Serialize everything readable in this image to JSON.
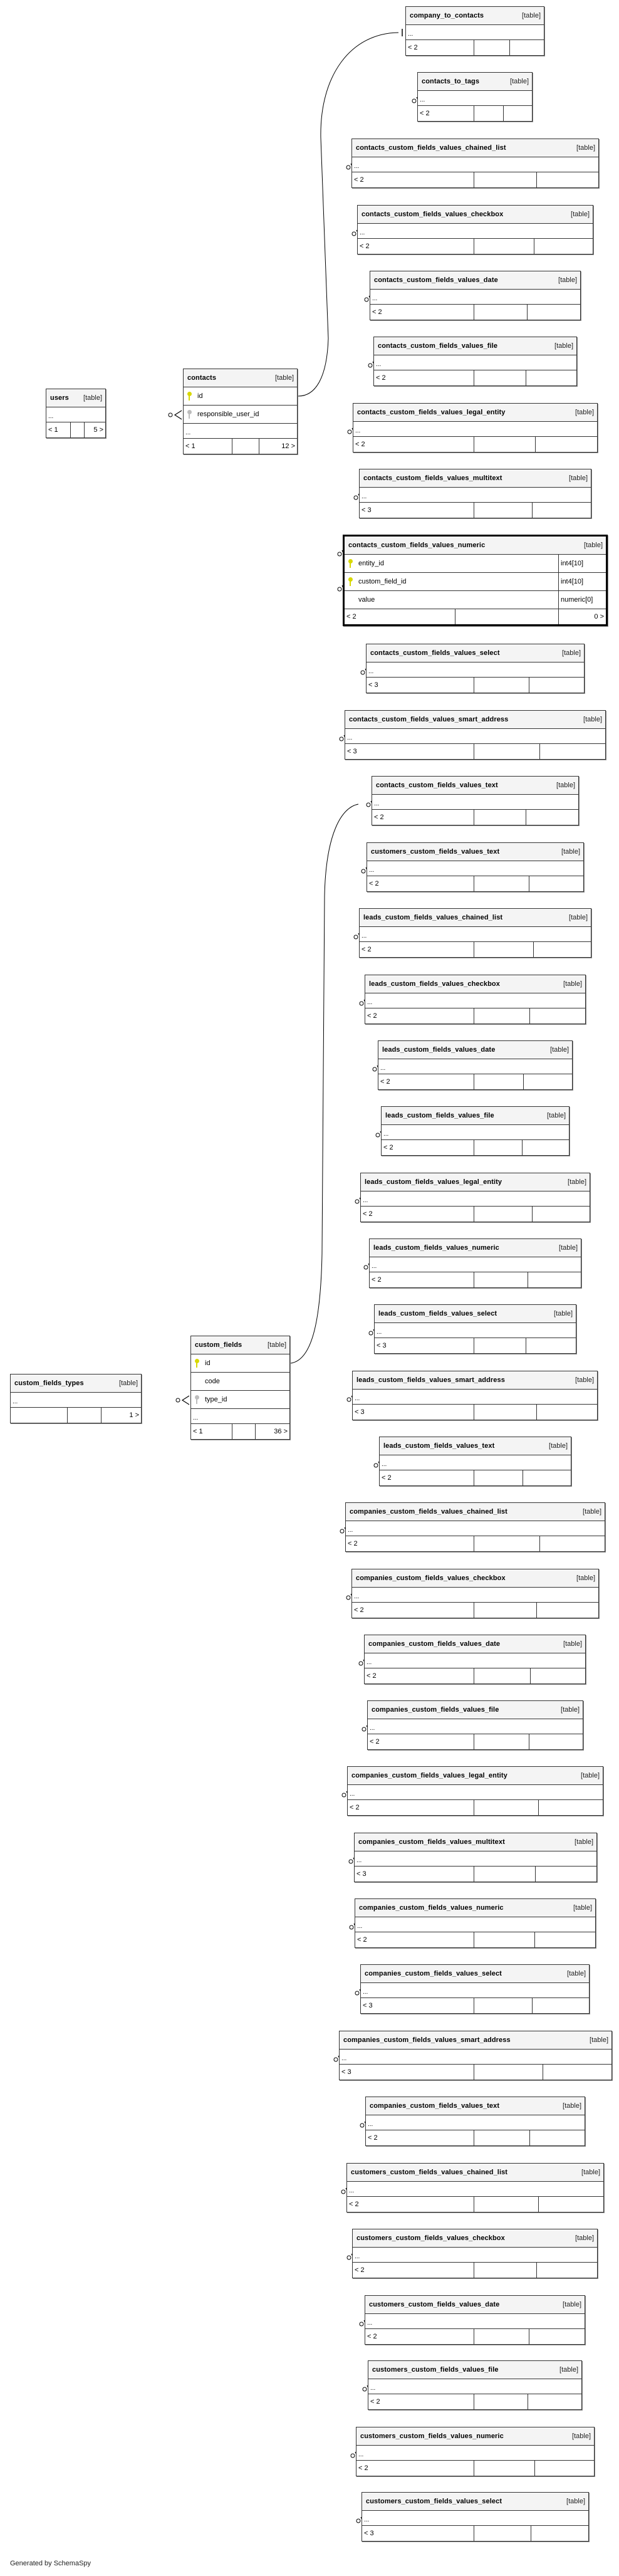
{
  "tables": [
    {
      "name": "company_to_contacts",
      "kind": "[table]",
      "columns": [],
      "more": "...",
      "footer": {
        "left": "< 2",
        "mid": "",
        "right": ""
      }
    },
    {
      "name": "contacts_to_tags",
      "kind": "[table]",
      "columns": [],
      "more": "...",
      "footer": {
        "left": "< 2",
        "mid": "",
        "right": ""
      }
    },
    {
      "name": "contacts_custom_fields_values_chained_list",
      "kind": "[table]",
      "columns": [],
      "more": "...",
      "footer": {
        "left": "< 2",
        "mid": "",
        "right": ""
      }
    },
    {
      "name": "contacts_custom_fields_values_checkbox",
      "kind": "[table]",
      "columns": [],
      "more": "...",
      "footer": {
        "left": "< 2",
        "mid": "",
        "right": ""
      }
    },
    {
      "name": "contacts_custom_fields_values_date",
      "kind": "[table]",
      "columns": [],
      "more": "...",
      "footer": {
        "left": "< 2",
        "mid": "",
        "right": ""
      }
    },
    {
      "name": "contacts_custom_fields_values_file",
      "kind": "[table]",
      "columns": [],
      "more": "...",
      "footer": {
        "left": "< 2",
        "mid": "",
        "right": ""
      }
    },
    {
      "name": "contacts_custom_fields_values_legal_entity",
      "kind": "[table]",
      "columns": [],
      "more": "...",
      "footer": {
        "left": "< 2",
        "mid": "",
        "right": ""
      }
    },
    {
      "name": "contacts_custom_fields_values_multitext",
      "kind": "[table]",
      "columns": [],
      "more": "...",
      "footer": {
        "left": "< 3",
        "mid": "",
        "right": ""
      }
    },
    {
      "name": "contacts_custom_fields_values_numeric",
      "kind": "[table]",
      "focus": true,
      "columns": [
        {
          "key": "pk",
          "name": "entity_id",
          "type": "int4[10]"
        },
        {
          "key": "pk",
          "name": "custom_field_id",
          "type": "int4[10]"
        },
        {
          "key": "none",
          "name": "value",
          "type": "numeric[0]"
        }
      ],
      "more": "",
      "footer": {
        "left": "< 2",
        "mid": "",
        "right": "0 >"
      }
    },
    {
      "name": "contacts_custom_fields_values_select",
      "kind": "[table]",
      "columns": [],
      "more": "...",
      "footer": {
        "left": "< 3",
        "mid": "",
        "right": ""
      }
    },
    {
      "name": "contacts_custom_fields_values_smart_address",
      "kind": "[table]",
      "columns": [],
      "more": "...",
      "footer": {
        "left": "< 3",
        "mid": "",
        "right": ""
      }
    },
    {
      "name": "contacts_custom_fields_values_text",
      "kind": "[table]",
      "columns": [],
      "more": "...",
      "footer": {
        "left": "< 2",
        "mid": "",
        "right": ""
      }
    },
    {
      "name": "customers_custom_fields_values_text",
      "kind": "[table]",
      "columns": [],
      "more": "...",
      "footer": {
        "left": "< 2",
        "mid": "",
        "right": ""
      }
    },
    {
      "name": "leads_custom_fields_values_chained_list",
      "kind": "[table]",
      "columns": [],
      "more": "...",
      "footer": {
        "left": "< 2",
        "mid": "",
        "right": ""
      }
    },
    {
      "name": "leads_custom_fields_values_checkbox",
      "kind": "[table]",
      "columns": [],
      "more": "...",
      "footer": {
        "left": "< 2",
        "mid": "",
        "right": ""
      }
    },
    {
      "name": "leads_custom_fields_values_date",
      "kind": "[table]",
      "columns": [],
      "more": "...",
      "footer": {
        "left": "< 2",
        "mid": "",
        "right": ""
      }
    },
    {
      "name": "leads_custom_fields_values_file",
      "kind": "[table]",
      "columns": [],
      "more": "...",
      "footer": {
        "left": "< 2",
        "mid": "",
        "right": ""
      }
    },
    {
      "name": "leads_custom_fields_values_legal_entity",
      "kind": "[table]",
      "columns": [],
      "more": "...",
      "footer": {
        "left": "< 2",
        "mid": "",
        "right": ""
      }
    },
    {
      "name": "leads_custom_fields_values_numeric",
      "kind": "[table]",
      "columns": [],
      "more": "...",
      "footer": {
        "left": "< 2",
        "mid": "",
        "right": ""
      }
    },
    {
      "name": "leads_custom_fields_values_select",
      "kind": "[table]",
      "columns": [],
      "more": "...",
      "footer": {
        "left": "< 3",
        "mid": "",
        "right": ""
      }
    },
    {
      "name": "leads_custom_fields_values_smart_address",
      "kind": "[table]",
      "columns": [],
      "more": "...",
      "footer": {
        "left": "< 3",
        "mid": "",
        "right": ""
      }
    },
    {
      "name": "leads_custom_fields_values_text",
      "kind": "[table]",
      "columns": [],
      "more": "...",
      "footer": {
        "left": "< 2",
        "mid": "",
        "right": ""
      }
    },
    {
      "name": "companies_custom_fields_values_chained_list",
      "kind": "[table]",
      "columns": [],
      "more": "...",
      "footer": {
        "left": "< 2",
        "mid": "",
        "right": ""
      }
    },
    {
      "name": "companies_custom_fields_values_checkbox",
      "kind": "[table]",
      "columns": [],
      "more": "...",
      "footer": {
        "left": "< 2",
        "mid": "",
        "right": ""
      }
    },
    {
      "name": "companies_custom_fields_values_date",
      "kind": "[table]",
      "columns": [],
      "more": "...",
      "footer": {
        "left": "< 2",
        "mid": "",
        "right": ""
      }
    },
    {
      "name": "companies_custom_fields_values_file",
      "kind": "[table]",
      "columns": [],
      "more": "...",
      "footer": {
        "left": "< 2",
        "mid": "",
        "right": ""
      }
    },
    {
      "name": "companies_custom_fields_values_legal_entity",
      "kind": "[table]",
      "columns": [],
      "more": "...",
      "footer": {
        "left": "< 2",
        "mid": "",
        "right": ""
      }
    },
    {
      "name": "companies_custom_fields_values_multitext",
      "kind": "[table]",
      "columns": [],
      "more": "...",
      "footer": {
        "left": "< 3",
        "mid": "",
        "right": ""
      }
    },
    {
      "name": "companies_custom_fields_values_numeric",
      "kind": "[table]",
      "columns": [],
      "more": "...",
      "footer": {
        "left": "< 2",
        "mid": "",
        "right": ""
      }
    },
    {
      "name": "companies_custom_fields_values_select",
      "kind": "[table]",
      "columns": [],
      "more": "...",
      "footer": {
        "left": "< 3",
        "mid": "",
        "right": ""
      }
    },
    {
      "name": "companies_custom_fields_values_smart_address",
      "kind": "[table]",
      "columns": [],
      "more": "...",
      "footer": {
        "left": "< 3",
        "mid": "",
        "right": ""
      }
    },
    {
      "name": "companies_custom_fields_values_text",
      "kind": "[table]",
      "columns": [],
      "more": "...",
      "footer": {
        "left": "< 2",
        "mid": "",
        "right": ""
      }
    },
    {
      "name": "customers_custom_fields_values_chained_list",
      "kind": "[table]",
      "columns": [],
      "more": "...",
      "footer": {
        "left": "< 2",
        "mid": "",
        "right": ""
      }
    },
    {
      "name": "customers_custom_fields_values_checkbox",
      "kind": "[table]",
      "columns": [],
      "more": "...",
      "footer": {
        "left": "< 2",
        "mid": "",
        "right": ""
      }
    },
    {
      "name": "customers_custom_fields_values_date",
      "kind": "[table]",
      "columns": [],
      "more": "...",
      "footer": {
        "left": "< 2",
        "mid": "",
        "right": ""
      }
    },
    {
      "name": "customers_custom_fields_values_file",
      "kind": "[table]",
      "columns": [],
      "more": "...",
      "footer": {
        "left": "< 2",
        "mid": "",
        "right": ""
      }
    },
    {
      "name": "customers_custom_fields_values_numeric",
      "kind": "[table]",
      "columns": [],
      "more": "...",
      "footer": {
        "left": "< 2",
        "mid": "",
        "right": ""
      }
    },
    {
      "name": "customers_custom_fields_values_select",
      "kind": "[table]",
      "columns": [],
      "more": "...",
      "footer": {
        "left": "< 3",
        "mid": "",
        "right": ""
      }
    },
    {
      "name": "users",
      "kind": "[table]",
      "columns": [],
      "more": "...",
      "footer": {
        "left": "< 1",
        "mid": "",
        "right": "5 >"
      }
    },
    {
      "name": "contacts",
      "kind": "[table]",
      "columns": [
        {
          "key": "pk",
          "name": "id",
          "type": ""
        },
        {
          "key": "fk",
          "name": "responsible_user_id",
          "type": ""
        }
      ],
      "more": "...",
      "footer": {
        "left": "< 1",
        "mid": "",
        "right": "12 >"
      }
    },
    {
      "name": "custom_fields",
      "kind": "[table]",
      "columns": [
        {
          "key": "pk",
          "name": "id",
          "type": ""
        },
        {
          "key": "none",
          "name": "code",
          "type": ""
        },
        {
          "key": "fk",
          "name": "type_id",
          "type": ""
        }
      ],
      "more": "...",
      "footer": {
        "left": "< 1",
        "mid": "",
        "right": "36 >"
      }
    },
    {
      "name": "custom_fields_types",
      "kind": "[table]",
      "columns": [],
      "more": "...",
      "footer": {
        "left": "",
        "mid": "",
        "right": "1 >"
      }
    }
  ],
  "footer_text": "Generated by SchemaSpy"
}
